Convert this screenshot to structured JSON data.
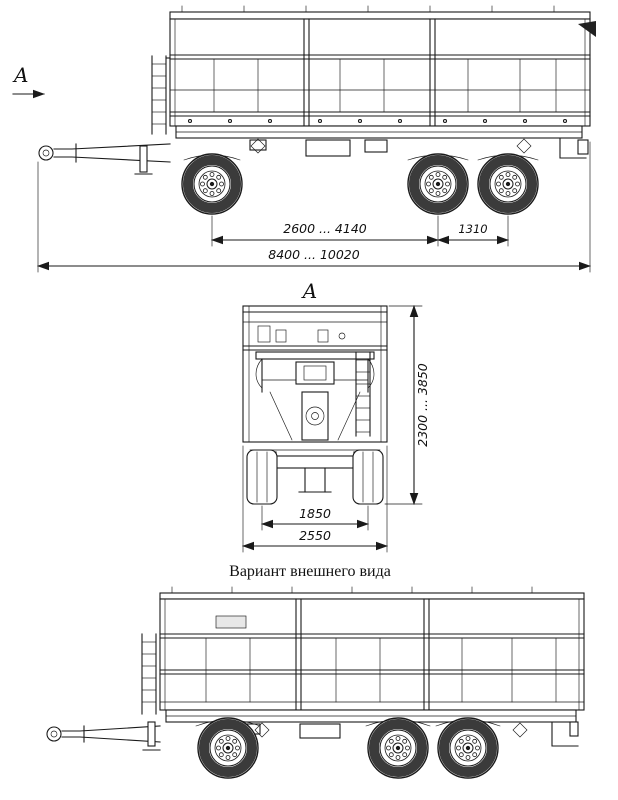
{
  "drawing": {
    "background_color": "#ffffff",
    "line_color": "#1a1a1a",
    "subject": "three-axle dropside trailer technical drawing"
  },
  "side_view": {
    "view_direction_label": "A",
    "dim_front_axle_to_bogie": "2600 ... 4140",
    "dim_bogie_spacing": "1310",
    "dim_overall_length": "8400 ... 10020"
  },
  "rear_view": {
    "view_label": "A",
    "dim_height": "2300 ... 3850",
    "dim_track": "1850",
    "dim_overall_width": "2550"
  },
  "variant_view": {
    "caption": "Вариант внешнего вида"
  }
}
